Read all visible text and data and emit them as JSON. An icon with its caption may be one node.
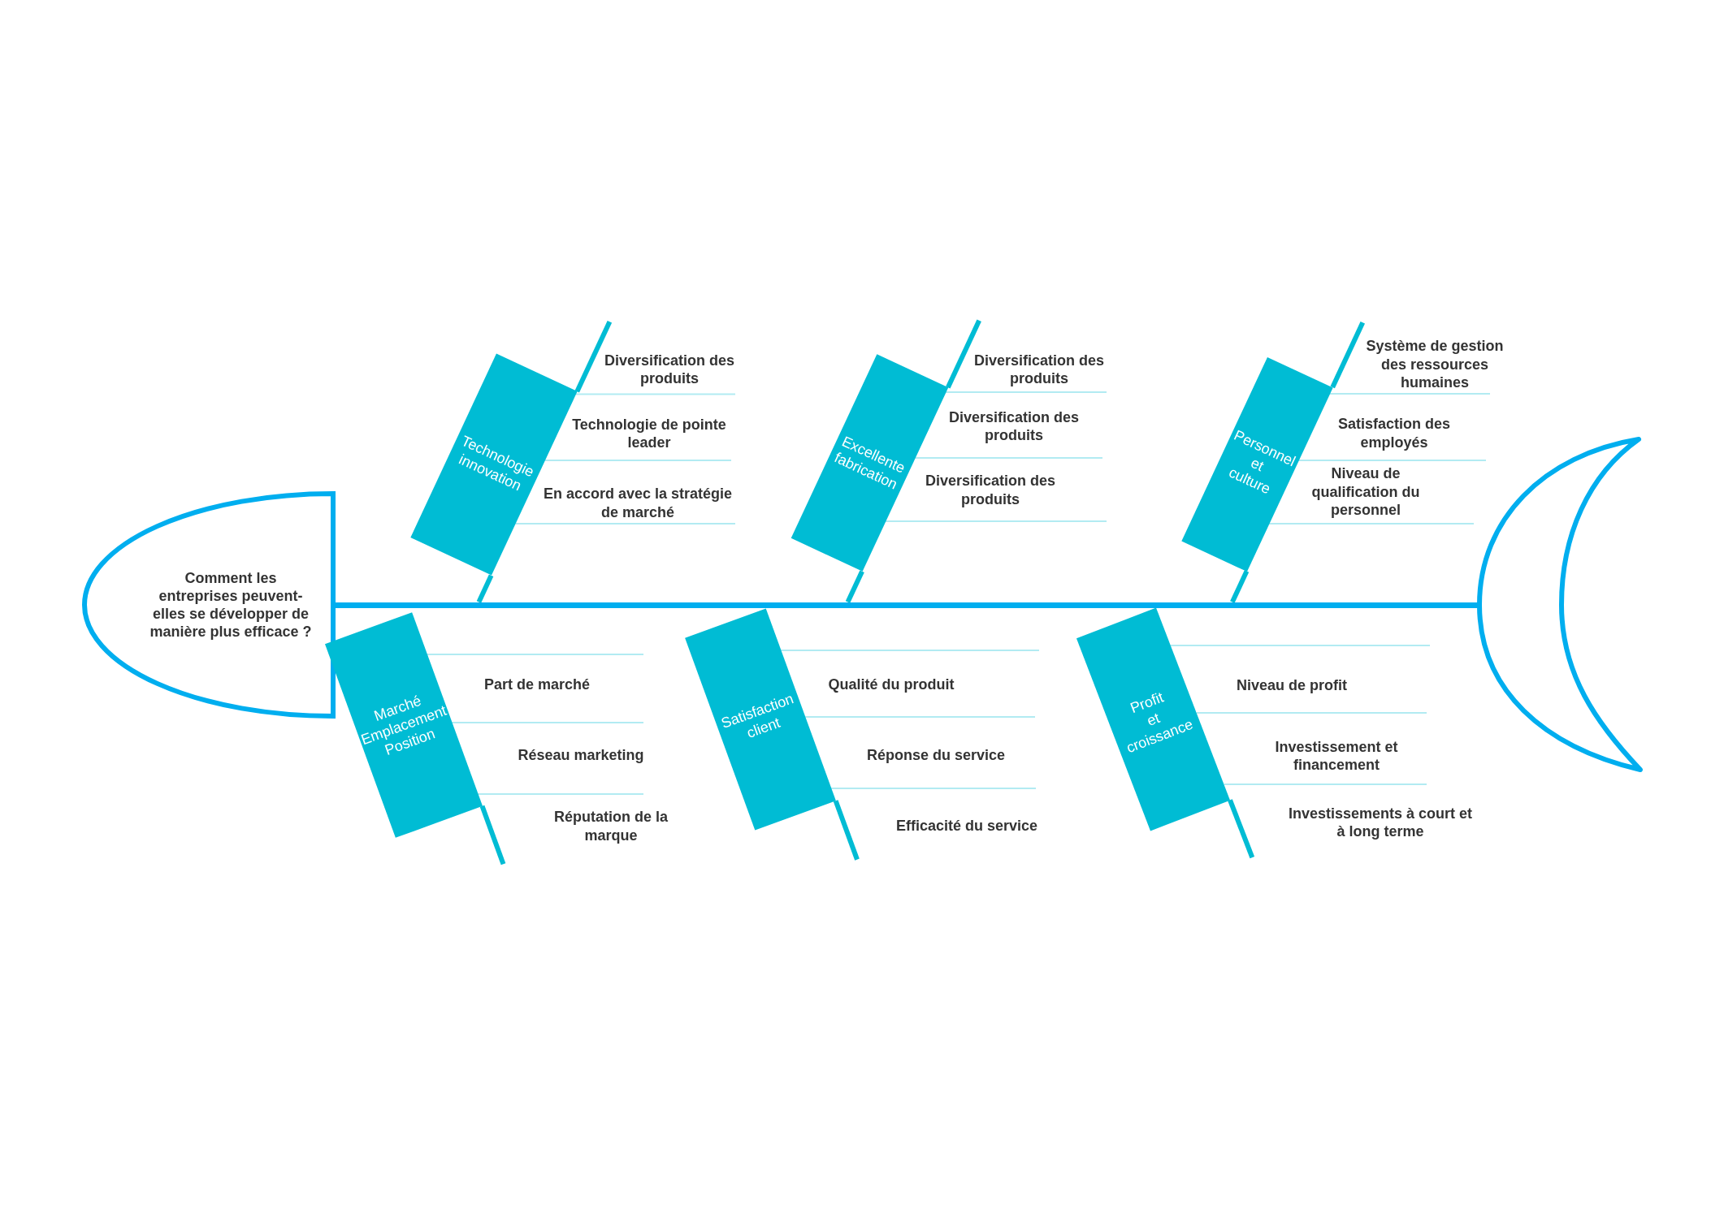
{
  "diagram": {
    "nodes": [
      {
        "text": [
          "Comment les entreprises peuvent-elles se développer de manière plus efficace ?"
        ]
      },
      {
        "text": [
          "Technologie innovation"
        ]
      },
      {
        "text": [
          "Excellente fabrication"
        ]
      },
      {
        "text": [
          "Personnel et culture"
        ]
      },
      {
        "text": [
          "Marché Emplacement Position"
        ]
      },
      {
        "text": [
          "Satisfaction client"
        ]
      },
      {
        "text": [
          "Profit et croissance"
        ]
      },
      {
        "text": [],
        "shape": "crescent"
      },
      {
        "text": [],
        "shape": "bar"
      }
    ],
    "edges": [
      {
        "from": 1,
        "to": 8,
        "arrow": "none",
        "style": "thick",
        "color": "#00bcd4"
      },
      {
        "from": 1,
        "to": null,
        "arrow": "none",
        "style": "thick",
        "color": "#00bcd4"
      },
      {
        "from": 1,
        "to": null,
        "arrow": "none",
        "label": "Diversification des produits"
      },
      {
        "from": 1,
        "to": null,
        "arrow": "none",
        "label": "Technologie de pointe leader"
      },
      {
        "from": 1,
        "to": null,
        "arrow": "none",
        "label": "En accord avec la stratégie de marché"
      },
      {
        "from": 2,
        "to": 8,
        "arrow": "none",
        "style": "thick",
        "color": "#00bcd4"
      },
      {
        "from": 2,
        "to": null,
        "arrow": "none",
        "style": "thick",
        "color": "#00bcd4"
      },
      {
        "from": 2,
        "to": null,
        "arrow": "none",
        "label": "Diversification des produits"
      },
      {
        "from": 2,
        "to": null,
        "arrow": "none",
        "label": "Diversification des produits"
      },
      {
        "from": 2,
        "to": null,
        "arrow": "none",
        "label": "Diversification des produits"
      },
      {
        "from": 3,
        "to": 8,
        "arrow": "none",
        "style": "thick",
        "color": "#00bcd4"
      },
      {
        "from": 3,
        "to": null,
        "arrow": "none",
        "style": "thick",
        "color": "#00bcd4"
      },
      {
        "from": 3,
        "to": null,
        "arrow": "none",
        "label": "Système de gestion des ressources humaines"
      },
      {
        "from": 3,
        "to": null,
        "arrow": "none",
        "label": "Satisfaction des employés"
      },
      {
        "from": 3,
        "to": null,
        "arrow": "none",
        "label": "Niveau de qualification du personnel"
      },
      {
        "from": 4,
        "to": null,
        "arrow": "none",
        "style": "thick",
        "color": "#00bcd4"
      },
      {
        "from": 4,
        "to": null,
        "arrow": "none",
        "label": "Part de marché"
      },
      {
        "from": 4,
        "to": null,
        "arrow": "none",
        "label": "Réseau marketing"
      },
      {
        "from": 4,
        "to": null,
        "arrow": "none",
        "label": "Réputation de la marque"
      },
      {
        "from": 5,
        "to": null,
        "arrow": "none",
        "style": "thick",
        "color": "#00bcd4"
      },
      {
        "from": 5,
        "to": null,
        "arrow": "none",
        "label": "Qualité du produit"
      },
      {
        "from": 5,
        "to": null,
        "arrow": "none",
        "label": "Réponse du service"
      },
      {
        "from": 5,
        "to": null,
        "arrow": "none",
        "label": "Efficacité du service"
      },
      {
        "from": 6,
        "to": null,
        "arrow": "none",
        "style": "thick",
        "color": "#00bcd4"
      },
      {
        "from": 6,
        "to": null,
        "arrow": "none",
        "label": "Niveau de profit"
      },
      {
        "from": 6,
        "to": null,
        "arrow": "none",
        "label": "Investissement et financement"
      },
      {
        "from": 6,
        "to": null,
        "arrow": "none",
        "label": "Investissements à court et à long terme"
      }
    ]
  }
}
